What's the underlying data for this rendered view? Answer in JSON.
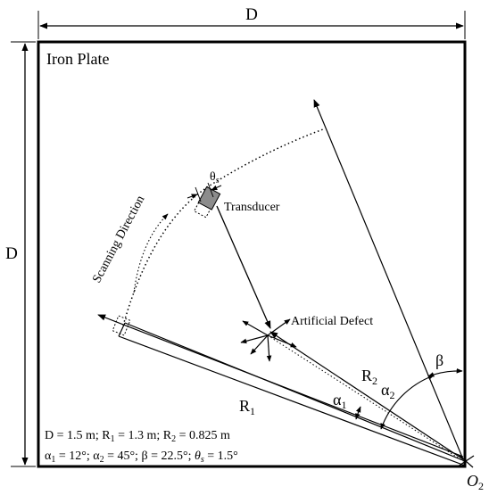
{
  "figure": {
    "plate_label": "Iron Plate",
    "dim_top_label": "D",
    "dim_left_label": "D",
    "transducer_label": "Transducer",
    "defect_label": "Artificial Defect",
    "scanning_direction_label": "Scanning Direction",
    "theta_s_label": "θs",
    "r1_label": "R1",
    "r2_label": "R2",
    "alpha1_label": "α1",
    "alpha2_label": "α2",
    "beta_label": "β",
    "origin_label": "O2",
    "params_line1": "D = 1.5 m;  R1 = 1.3 m;  R2 = 0.825 m",
    "params_line2": "α1 = 12°;  α2 = 45°;  β = 22.5°;  θs = 1.5°"
  },
  "colors": {
    "stroke": "#000000",
    "transducer_fill": "#8c8c8c",
    "background": "#ffffff"
  }
}
